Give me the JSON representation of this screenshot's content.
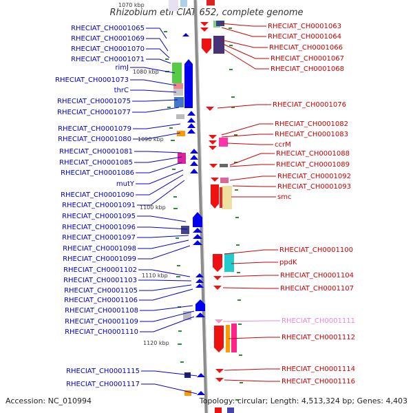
{
  "title": "Rhizobium etli CIAT 652, complete genome",
  "accession": "Accession: NC_010994",
  "topology": "Topology: circular; Length: 4,513,324 bp; Genes: 4,403",
  "colors": {
    "left_label": "#0000cc",
    "right_label": "#cc0000",
    "pink_label": "#ee88cc",
    "backbone": "#8c8c8c"
  },
  "ticks": [
    {
      "label": "1070 kbp"
    },
    {
      "label": "1080 kbp"
    },
    {
      "label": "1090 kbp"
    },
    {
      "label": "1100 kbp"
    },
    {
      "label": "1110 kbp"
    },
    {
      "label": "1120 kbp"
    }
  ],
  "left_genes": [
    "RHECIAT_CH0001065",
    "RHECIAT_CH0001069",
    "RHECIAT_CH0001070",
    "RHECIAT_CH0001071",
    "rimJ",
    "RHECIAT_CH0001073",
    "thrC",
    "RHECIAT_CH0001075",
    "RHECIAT_CH0001077",
    "RHECIAT_CH0001079",
    "RHECIAT_CH0001080",
    "RHECIAT_CH0001081",
    "RHECIAT_CH0001085",
    "RHECIAT_CH0001086",
    "mutY",
    "RHECIAT_CH0001090",
    "RHECIAT_CH0001091",
    "RHECIAT_CH0001095",
    "RHECIAT_CH0001096",
    "RHECIAT_CH0001097",
    "RHECIAT_CH0001098",
    "RHECIAT_CH0001099",
    "RHECIAT_CH0001102",
    "RHECIAT_CH0001103",
    "RHECIAT_CH0001105",
    "RHECIAT_CH0001106",
    "RHECIAT_CH0001108",
    "RHECIAT_CH0001109",
    "RHECIAT_CH0001110",
    "RHECIAT_CH0001115",
    "RHECIAT_CH0001117"
  ],
  "right_genes": [
    "RHECIAT_CH0001063",
    "RHECIAT_CH0001064",
    "RHECIAT_CH0001066",
    "RHECIAT_CH0001067",
    "RHECIAT_CH0001068",
    "RHECIAT_CH0001076",
    "RHECIAT_CH0001082",
    "RHECIAT_CH0001083",
    "ccrM",
    "RHECIAT_CH0001088",
    "RHECIAT_CH0001089",
    "RHECIAT_CH0001092",
    "RHECIAT_CH0001093",
    "smc",
    "RHECIAT_CH0001100",
    "ppdK",
    "RHECIAT_CH0001104",
    "RHECIAT_CH0001107",
    "RHECIAT_CH0001111",
    "RHECIAT_CH0001112",
    "RHECIAT_CH0001114",
    "RHECIAT_CH0001116"
  ]
}
